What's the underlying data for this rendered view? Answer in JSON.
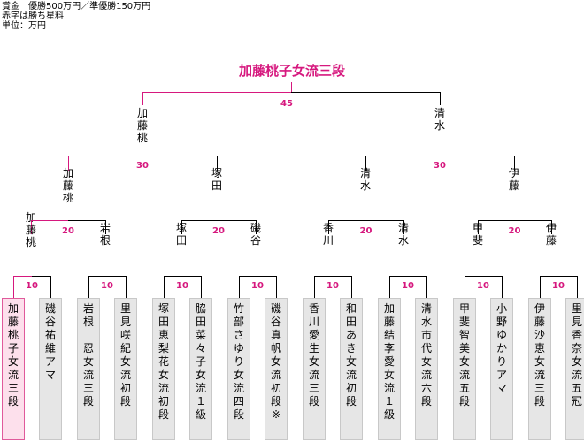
{
  "notes": {
    "prize": "賞金　優勝500万円／準優勝150万円",
    "red_note": "赤字は勝ち星料",
    "unit": "単位：万円"
  },
  "champion": "加藤桃子女流三段",
  "colors": {
    "win": "#d6187e",
    "line": "#000000",
    "player_box": "#e6e6e6",
    "winner_box": "#fde0ec",
    "winner_border": "#e05a9b"
  },
  "players": [
    {
      "name": "加藤桃子女流三段",
      "winner": true
    },
    {
      "name": "磯谷祐維アマ",
      "winner": false
    },
    {
      "name": "岩根　忍女流三段",
      "winner": false
    },
    {
      "name": "里見咲紀女流初段",
      "winner": false
    },
    {
      "name": "塚田恵梨花女流初段",
      "winner": false
    },
    {
      "name": "脇田菜々子女流１級",
      "winner": false
    },
    {
      "name": "竹部さゆり女流四段",
      "winner": false
    },
    {
      "name": "磯谷真帆女流初段※",
      "winner": false
    },
    {
      "name": "香川愛生女流三段",
      "winner": false
    },
    {
      "name": "和田あき女流初段",
      "winner": false
    },
    {
      "name": "加藤結李愛女流１級",
      "winner": false
    },
    {
      "name": "清水市代女流六段",
      "winner": false
    },
    {
      "name": "甲斐智美女流五段",
      "winner": false
    },
    {
      "name": "小野ゆかりアマ",
      "winner": false
    },
    {
      "name": "伊藤沙恵女流三段",
      "winner": false
    },
    {
      "name": "里見香奈女流五冠",
      "winner": false
    }
  ],
  "round1": [
    {
      "prize": "10",
      "winner": "加藤桃"
    },
    {
      "prize": "10",
      "winner": "岩根"
    },
    {
      "prize": "10",
      "winner": "塚田"
    },
    {
      "prize": "10",
      "winner": "磯谷"
    },
    {
      "prize": "10",
      "winner": "香川"
    },
    {
      "prize": "10",
      "winner": "清水"
    },
    {
      "prize": "10",
      "winner": "甲斐"
    },
    {
      "prize": "10",
      "winner": "伊藤"
    }
  ],
  "round2": [
    {
      "prize": "20",
      "winner": "加藤桃"
    },
    {
      "prize": "20",
      "winner": "塚田"
    },
    {
      "prize": "20",
      "winner": "清水"
    },
    {
      "prize": "20",
      "winner": "伊藤"
    }
  ],
  "round3": [
    {
      "prize": "30",
      "winner": "加藤桃"
    },
    {
      "prize": "30",
      "winner": "清水"
    }
  ],
  "final": {
    "prize": "45"
  }
}
